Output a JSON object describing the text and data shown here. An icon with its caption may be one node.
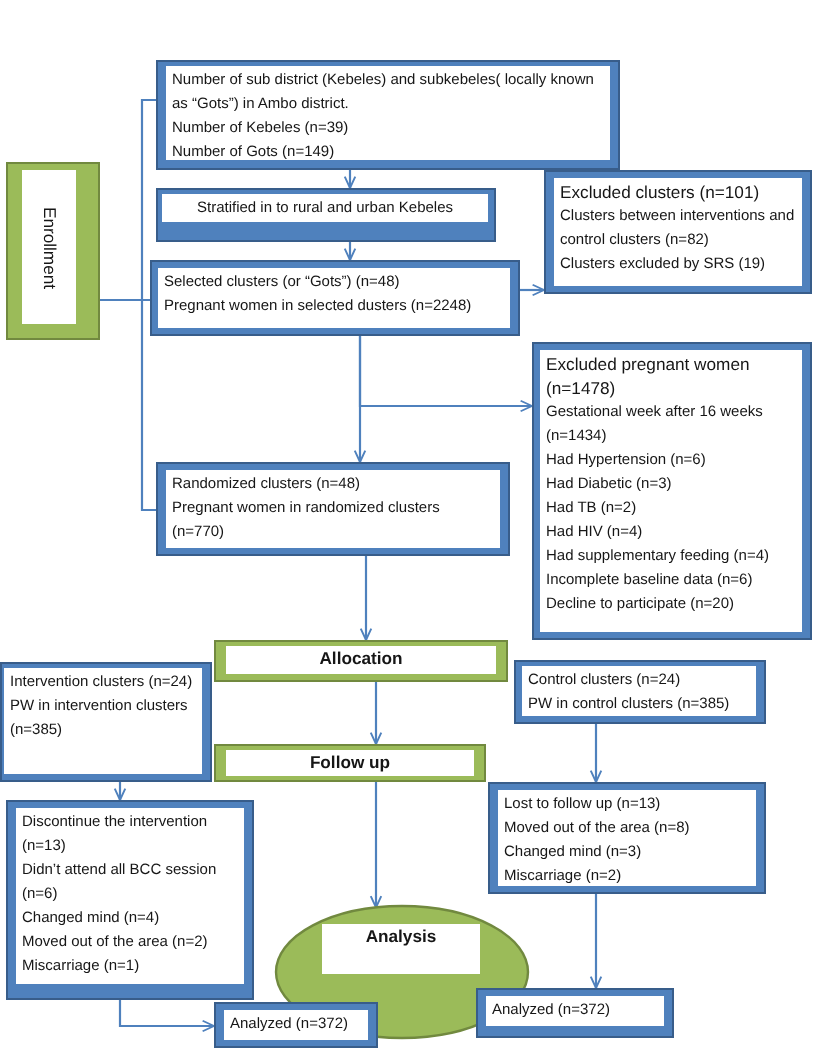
{
  "diagram": {
    "nodes": [
      {
        "text": [
          "Enrollment"
        ]
      },
      {
        "text": [
          "Number of sub district (Kebeles) and subkebeles( locally known as “Gots”) in Ambo district.",
          "Number of Kebeles (n=39)",
          "Number of Gots (n=149)"
        ]
      },
      {
        "text": [
          "Stratified in to rural and urban Kebeles"
        ]
      },
      {
        "text": [
          "Selected clusters (or “Gots”) (n=48)",
          "Pregnant women in selected dusters (n=2248)"
        ]
      },
      {
        "text": [
          "Excluded clusters (n=101)",
          "Clusters between interventions and control clusters (n=82)",
          "Clusters excluded by SRS (19)"
        ]
      },
      {
        "text": [
          "Excluded pregnant women (n=1478)",
          "Gestational week after 16 weeks (n=1434)",
          "Had Hypertension (n=6)",
          "Had Diabetic (n=3)",
          "Had TB (n=2)",
          "Had HIV (n=4)",
          "Had supplementary feeding (n=4)",
          "Incomplete baseline data (n=6)",
          "Decline to participate (n=20)"
        ]
      },
      {
        "text": [
          "Randomized clusters (n=48)",
          "Pregnant women in randomized clusters (n=770)"
        ]
      },
      {
        "text": [
          "Allocation"
        ]
      },
      {
        "text": [
          "Intervention clusters (n=24)",
          "PW in intervention clusters (n=385)"
        ]
      },
      {
        "text": [
          "Control clusters (n=24)",
          "PW in control clusters (n=385)"
        ]
      },
      {
        "text": [
          "Follow up"
        ]
      },
      {
        "text": [
          "Discontinue the intervention (n=13)",
          "Didn’t attend all BCC session (n=6)",
          "Changed mind (n=4)",
          "Moved out of the area (n=2)",
          "Miscarriage (n=1)"
        ]
      },
      {
        "text": [
          "Lost to follow up (n=13)",
          "Moved out of the area (n=8)",
          "Changed mind (n=3)",
          "Miscarriage (n=2)"
        ]
      },
      {
        "text": [
          "Analysis"
        ]
      },
      {
        "text": [
          "Analyzed (n=372)"
        ]
      },
      {
        "text": [
          "Analyzed (n=372)"
        ]
      }
    ],
    "edges": [
      {
        "from": 0,
        "to": 1,
        "arrow": "none"
      },
      {
        "from": 0,
        "to": 3,
        "arrow": "none"
      },
      {
        "from": 0,
        "to": 6,
        "arrow": "none"
      },
      {
        "from": 1,
        "to": 2,
        "arrow": "to"
      },
      {
        "from": 2,
        "to": 3,
        "arrow": "to"
      },
      {
        "from": 3,
        "to": 4,
        "arrow": "to"
      },
      {
        "from": 3,
        "to": 6,
        "arrow": "to"
      },
      {
        "from": 3,
        "to": 5,
        "arrow": "to"
      },
      {
        "from": 6,
        "to": 7,
        "arrow": "to"
      },
      {
        "from": 7,
        "to": 10,
        "arrow": "to"
      },
      {
        "from": 10,
        "to": 13,
        "arrow": "to"
      },
      {
        "from": 8,
        "to": 11,
        "arrow": "to"
      },
      {
        "from": 9,
        "to": 12,
        "arrow": "to"
      },
      {
        "from": 11,
        "to": 14,
        "arrow": "to"
      },
      {
        "from": 12,
        "to": 15,
        "arrow": "to"
      }
    ]
  }
}
